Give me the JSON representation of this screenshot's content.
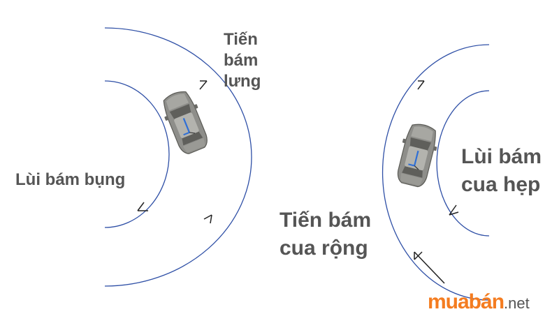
{
  "labels": {
    "forward_follow_back": "Tiến\nbám\nlưng",
    "reverse_follow_belly": "Lùi bám bụng",
    "reverse_narrow_curve": "Lùi bám\ncua hẹp",
    "forward_wide_curve": "Tiến bám\ncua rộng"
  },
  "watermark": {
    "brand": "muabán",
    "tld": ".net"
  },
  "colors": {
    "text": "#555555",
    "curve": "#2e4fa6",
    "arrow": "#222222",
    "brand_orange": "#f47c20"
  },
  "icons": [
    "car-icon",
    "car-icon",
    "arrow-icon"
  ]
}
